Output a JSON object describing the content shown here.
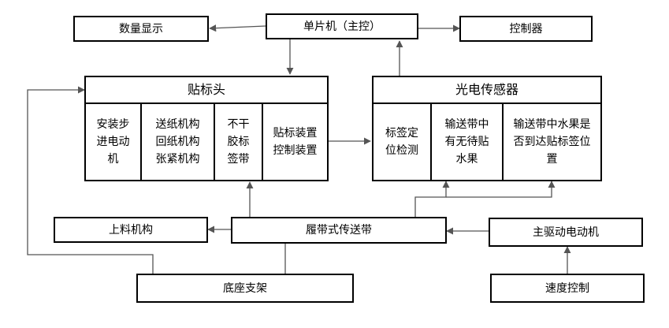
{
  "diagram": {
    "mcu": "单片机（主控）",
    "display": "数量显示",
    "controller": "控制器",
    "label_head": {
      "title": "贴标头",
      "stepper_motor": "安装步\n进电动\n机",
      "paper_mechanisms": "送纸机构\n回纸机构\n张紧机构",
      "non_drying_tape": "不干\n胶标\n签带",
      "labeling_control": "贴标装置\n控制装置"
    },
    "photo_sensor": {
      "title": "光电传感器",
      "label_positioning": "标签定\n位检测",
      "fruit_presence": "输送带中\n有无待贴\n水果",
      "fruit_position": "输送带中水果是\n否到达贴标签位\n置"
    },
    "feeding": "上料机构",
    "conveyor": "履带式传送带",
    "main_motor": "主驱动电动机",
    "base_frame": "底座支架",
    "speed_control": "速度控制"
  }
}
